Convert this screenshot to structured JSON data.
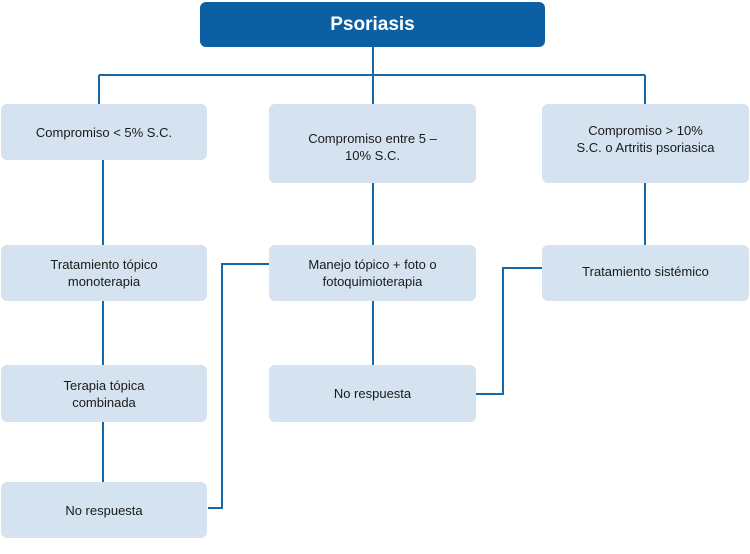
{
  "diagram": {
    "title": "Psoriasis",
    "colors": {
      "header": "#0d5fa4",
      "box": "#d4e3ef",
      "connector": "#1668a8"
    },
    "nodes": {
      "left_scope": "Compromiso < 5% S.C.",
      "center_scope": "Compromiso entre 5 – 10% S.C.",
      "right_scope": "Compromiso > 10% S.C. o Artritis psoriasica",
      "left_topical_mono": "Tratamiento tópico monoterapia",
      "left_topical_combined": "Terapia tópica combinada",
      "left_no_response": "No respuesta",
      "center_topical_photo": "Manejo tópico + foto o fotoquimioterapia",
      "center_no_response": "No respuesta",
      "right_systemic": "Tratamiento sistémico"
    }
  }
}
